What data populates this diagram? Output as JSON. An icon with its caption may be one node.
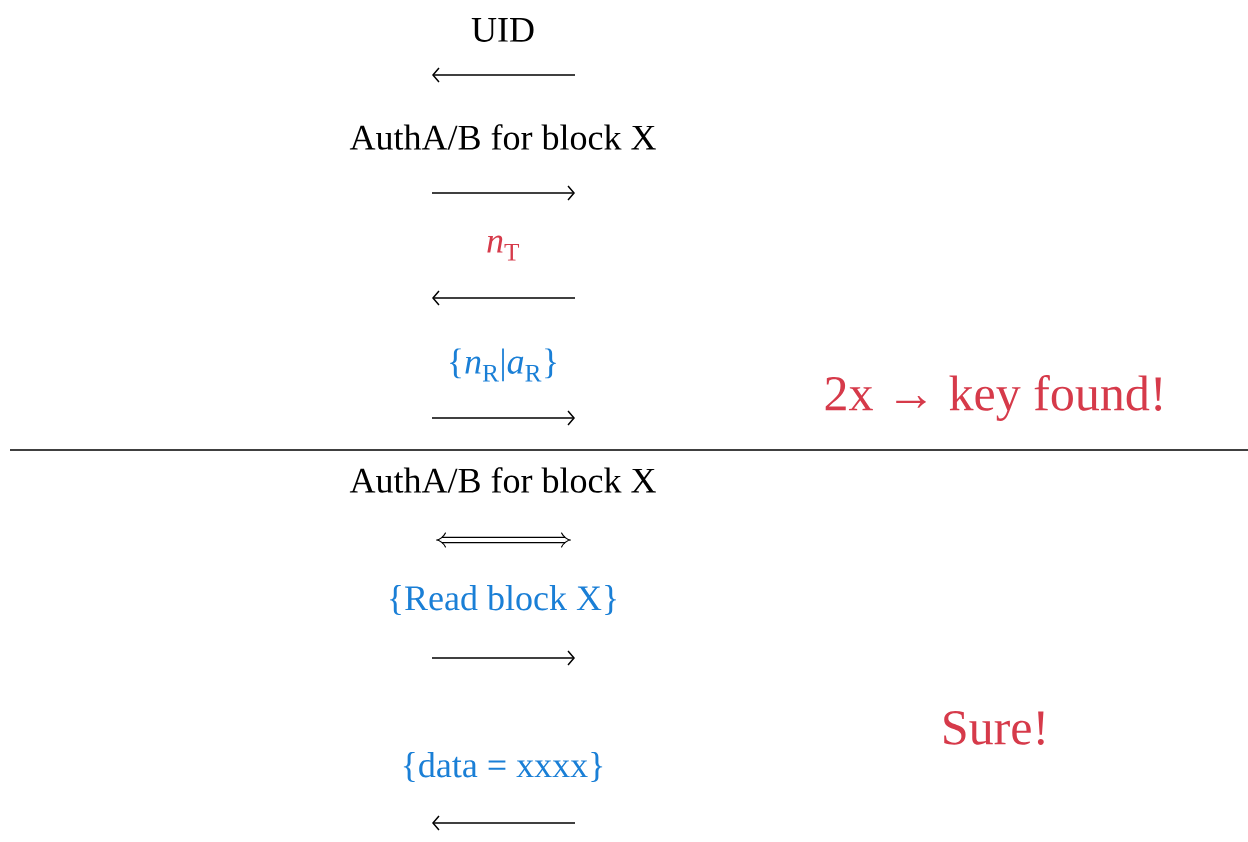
{
  "diagram": {
    "labels": [
      "UID",
      "AuthA/B for block X",
      "*n*$_{T}$",
      "{*n*$_{R}$|*a*$_{R}$}",
      "2x → key found!",
      "AuthA/B for block X",
      "{Read block X}",
      "Sure!",
      "{data = xxxx}"
    ]
  }
}
